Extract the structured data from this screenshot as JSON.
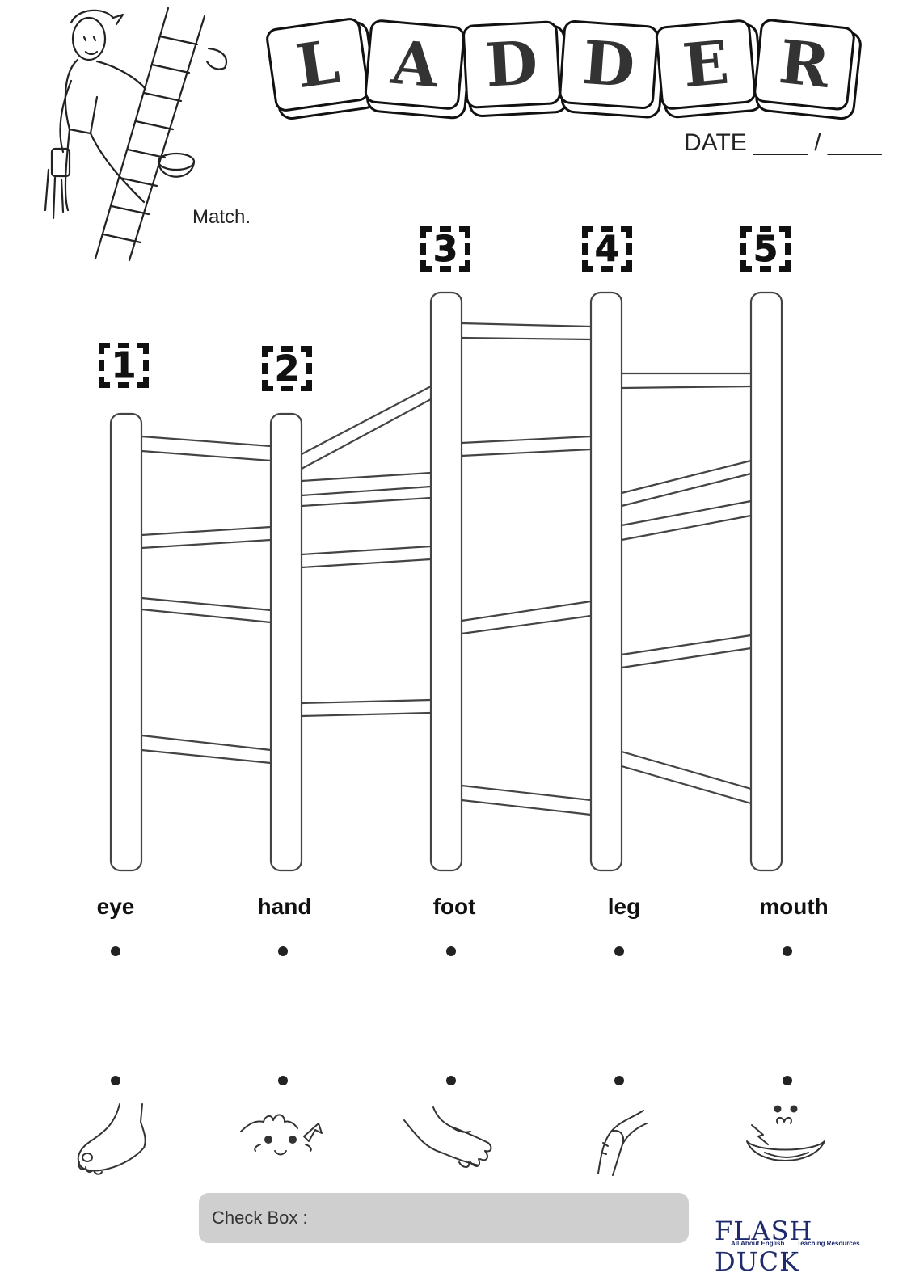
{
  "title": {
    "letters": [
      "L",
      "A",
      "D",
      "D",
      "E",
      "R"
    ]
  },
  "header": {
    "date_label": "DATE ____ / ____",
    "instruction": "Match."
  },
  "numbers": [
    "1",
    "2",
    "3",
    "4",
    "5"
  ],
  "words": [
    "eye",
    "hand",
    "foot",
    "leg",
    "mouth"
  ],
  "pictures": [
    "foot-picture",
    "eyes-picture",
    "hand-picture",
    "leg-picture",
    "mouth-picture"
  ],
  "footer": {
    "check_box_label": "Check Box :"
  },
  "brand": {
    "name": "FLASH DUCK",
    "tagline_left": "All About English",
    "tagline_right": "Teaching Resources"
  }
}
